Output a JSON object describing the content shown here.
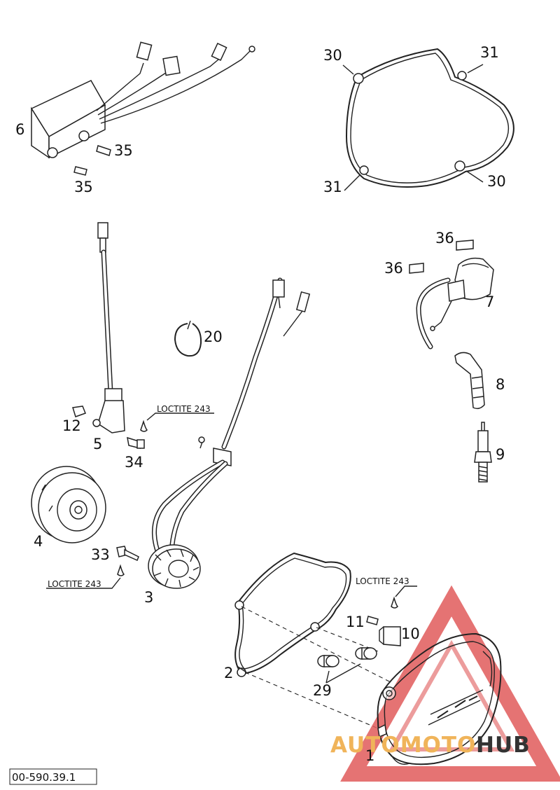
{
  "parts": {
    "cdi_unit": "6",
    "cdi_screw_a": "35",
    "cdi_screw_b": "35",
    "gasket_top_left_30": "30",
    "gasket_top_right_31": "31",
    "gasket_bottom_left_31": "31",
    "gasket_bottom_right_30": "30",
    "ignition_coil_screw_a": "36",
    "ignition_coil_screw_b": "36",
    "ignition_coil": "7",
    "cable_tie": "20",
    "spark_plug_cap": "8",
    "spark_plug": "9",
    "nut": "12",
    "pulse_generator": "5",
    "pulse_screw": "34",
    "rotor": "4",
    "stator_screw": "33",
    "stator": "3",
    "cover_gasket": "2",
    "sleeves": "29",
    "cover_screw": "11",
    "cover_plate": "10",
    "ignition_cover": "1"
  },
  "loctite": {
    "label_a": "LOCTITE 243",
    "label_b": "LOCTITE 243",
    "label_c": "LOCTITE 243"
  },
  "reference_code": "00-590.39.1",
  "watermark": {
    "part_a": "AUTOMOTO",
    "part_b": "HUB",
    "color_red": "#e05a5a",
    "color_orange": "#f0b45a",
    "color_dark": "#333333"
  }
}
